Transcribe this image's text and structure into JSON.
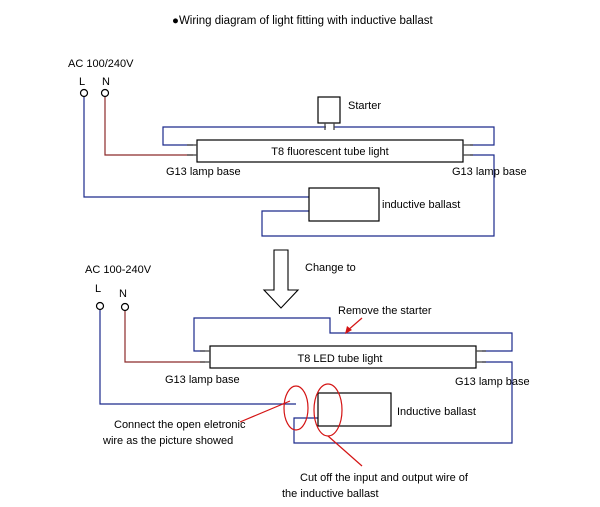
{
  "title": "●Wiring diagram of light fitting with inductive ballast",
  "top": {
    "supply_label": "AC 100/240V",
    "l_label": "L",
    "n_label": "N",
    "starter_label": "Starter",
    "tube_label": "T8 fluorescent tube light",
    "lamp_base_left": "G13 lamp base",
    "lamp_base_right": "G13 lamp base",
    "ballast_label": "inductive ballast"
  },
  "arrow_label": "Change to",
  "bottom": {
    "supply_label": "AC 100-240V",
    "l_label": "L",
    "n_label": "N",
    "remove_starter_label": "Remove the starter",
    "tube_label": "T8 LED tube light",
    "lamp_base_left": "G13 lamp base",
    "lamp_base_right": "G13 lamp base",
    "ballast_label": "Inductive ballast",
    "note_connect_line1": "Connect the open eletronic",
    "note_connect_line2": "wire as the picture showed",
    "note_cut_line1": "Cut off the input and output wire of",
    "note_cut_line2": "the inductive ballast"
  },
  "colors": {
    "blue_wire": "#1c2a8c",
    "brown_wire": "#8c2a2a",
    "annotation_red": "#d41414"
  }
}
